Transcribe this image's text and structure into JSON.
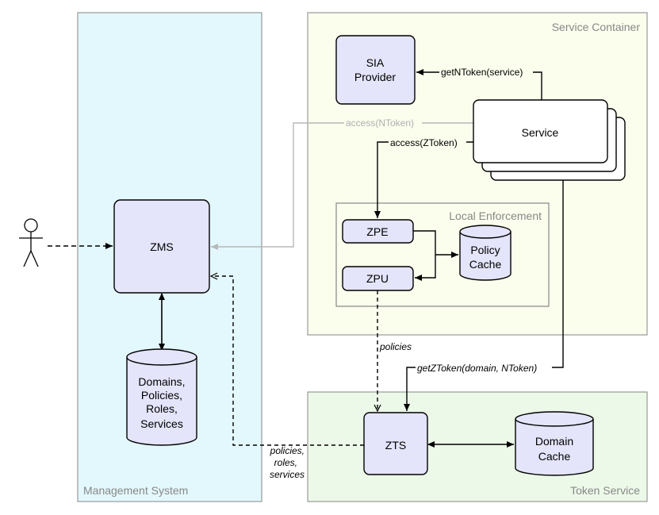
{
  "regions": {
    "management": "Management System",
    "service_container": "Service Container",
    "local_enforcement": "Local Enforcement",
    "token_service": "Token Service"
  },
  "nodes": {
    "sia_line1": "SIA",
    "sia_line2": "Provider",
    "service": "Service",
    "zpe": "ZPE",
    "zpu": "ZPU",
    "policy_cache_line1": "Policy",
    "policy_cache_line2": "Cache",
    "zms": "ZMS",
    "zms_db_line1": "Domains,",
    "zms_db_line2": "Policies,",
    "zms_db_line3": "Roles,",
    "zms_db_line4": "Services",
    "zts": "ZTS",
    "domain_cache_line1": "Domain",
    "domain_cache_line2": "Cache"
  },
  "edges": {
    "get_ntoken": "getNToken(service)",
    "access_ntoken": "access(NToken)",
    "access_ztoken": "access(ZToken)",
    "policies": "policies",
    "get_ztoken": "getZToken(domain, NToken)",
    "zms_sync_line1": "policies,",
    "zms_sync_line2": "roles,",
    "zms_sync_line3": "services"
  },
  "colors": {
    "management_bg": "#e3f8fc",
    "service_container_bg": "#fbfded",
    "token_service_bg": "#ecf8e8",
    "component_fill": "#e4e4fa",
    "region_border": "#999999",
    "gray_edge": "#b8b8b8"
  }
}
